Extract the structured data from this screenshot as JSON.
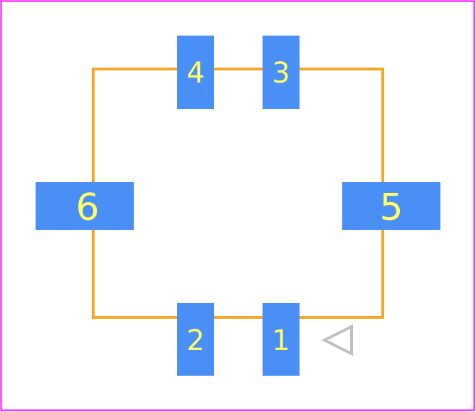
{
  "colors": {
    "background": "#ffffff",
    "border": "#ff00ff",
    "outline": "#f5a623",
    "pad": "#4a8ff5",
    "pad_label": "#ffff66",
    "pin1_marker": "#c0c0c0"
  },
  "pads": [
    {
      "id": "1",
      "label": "1"
    },
    {
      "id": "2",
      "label": "2"
    },
    {
      "id": "3",
      "label": "3"
    },
    {
      "id": "4",
      "label": "4"
    },
    {
      "id": "5",
      "label": "5"
    },
    {
      "id": "6",
      "label": "6"
    }
  ],
  "pin1_marker_icon": "triangle-left-icon"
}
